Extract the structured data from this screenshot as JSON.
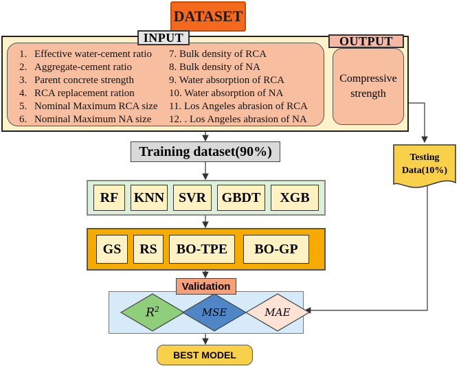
{
  "dataset": "DATASET",
  "input_label": "INPUT",
  "output_label": "OUTPUT",
  "inputs_left": [
    {
      "num": "1.",
      "text": "Effective water-cement ratio"
    },
    {
      "num": "2.",
      "text": "Aggregate-cement ratio"
    },
    {
      "num": "3.",
      "text": "Parent concrete strength"
    },
    {
      "num": "4.",
      "text": "RCA replacement ration"
    },
    {
      "num": "5.",
      "text": "Nominal Maximum RCA size"
    },
    {
      "num": "6.",
      "text": "Nominal Maximum NA size"
    }
  ],
  "inputs_right": [
    "7. Bulk density of RCA",
    "8. Bulk density of NA",
    "9. Water absorption of RCA",
    "10. Water absorption of NA",
    "11. Los Angeles abrasion of RCA",
    "12. . Los Angeles abrasion of NA"
  ],
  "output": {
    "line1": "Compressive",
    "line2": "strength"
  },
  "training": "Training dataset(90%)",
  "testing": {
    "line1": "Testing",
    "line2": "Data(10%)"
  },
  "models": [
    "RF",
    "KNN",
    "SVR",
    "GBDT",
    "XGB"
  ],
  "optimizers": [
    "GS",
    "RS",
    "BO-TPE",
    "BO-GP"
  ],
  "validation": "Validation",
  "metrics": {
    "r2_base": "R",
    "r2_sup": "2",
    "mse": "MSE",
    "mae": "MAE"
  },
  "best": "BEST MODEL",
  "colors": {
    "dataset": "#f4691c",
    "panel": "#fdf2c9",
    "input": "#f7bfa0",
    "models_panel": "#dcefd9",
    "opt_panel": "#f6ab00",
    "cell": "#fff2c2",
    "validation_panel": "#d6eaf8",
    "r2": "#8fce7a",
    "mse": "#4f86c6",
    "mae": "#fde2d6",
    "testing": "#f8d04a"
  }
}
